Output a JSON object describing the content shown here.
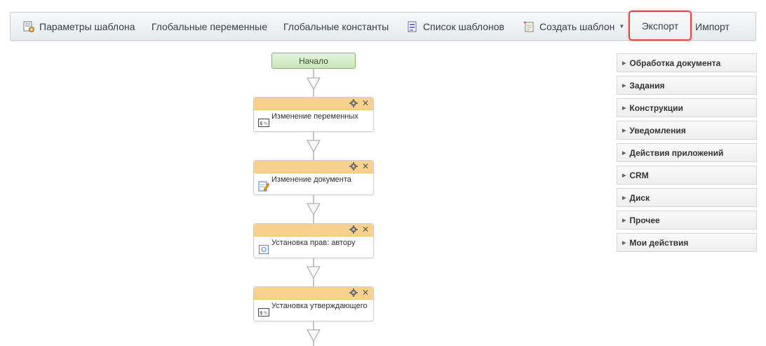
{
  "toolbar": {
    "template_params": "Параметры шаблона",
    "global_vars": "Глобальные переменные",
    "global_consts": "Глобальные константы",
    "template_list": "Список шаблонов",
    "create_template": "Создать шаблон",
    "export": "Экспорт",
    "import": "Импорт"
  },
  "flow": {
    "start": "Начало",
    "blocks": [
      {
        "label": "Изменение переменных",
        "icon": "variables-icon"
      },
      {
        "label": "Изменение документа",
        "icon": "document-edit-icon"
      },
      {
        "label": "Установка прав: автору",
        "icon": "permissions-icon"
      },
      {
        "label": "Установка утверждающего",
        "icon": "variables-icon"
      }
    ],
    "close_glyph": "✕"
  },
  "panel": {
    "items": [
      "Обработка документа",
      "Задания",
      "Конструкции",
      "Уведомления",
      "Действия приложений",
      "CRM",
      "Диск",
      "Прочее",
      "Мои действия"
    ]
  },
  "colors": {
    "export_highlight": "#e2464b",
    "block_header": "#f8d28c",
    "start_node": "#c9e6b6"
  }
}
